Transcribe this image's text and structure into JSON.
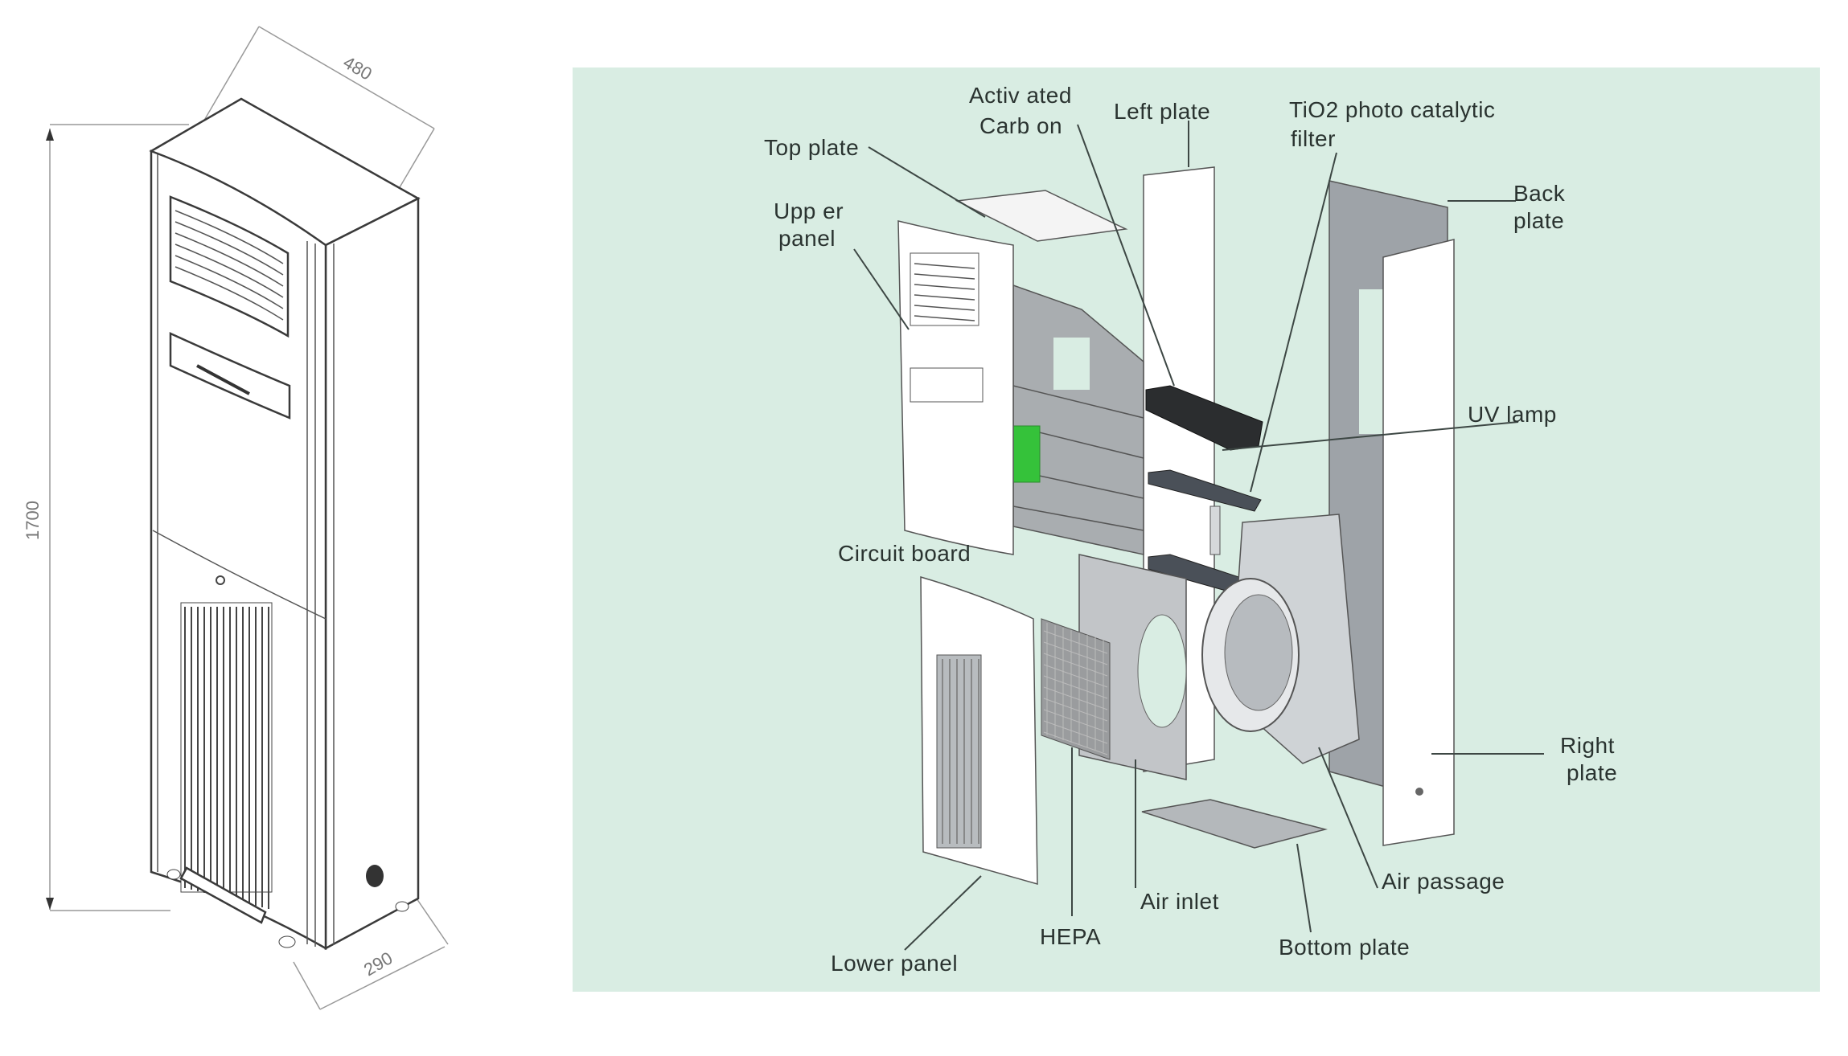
{
  "figure": {
    "left_view": {
      "title": "Assembled unit with dimensions",
      "dimensions": {
        "width": "480",
        "height": "1700",
        "depth": "290"
      }
    },
    "right_view": {
      "title": "Exploded view",
      "background_color": "#d9ede3",
      "labels": {
        "top_plate": "Top plate",
        "activated_carbon_line1": "Activ ated",
        "activated_carbon_line2": "Carb on",
        "left_plate": "Left plate",
        "tio2_line1": "TiO2 photo catalytic",
        "tio2_line2": "filter",
        "upper_panel_line1": "Upp er",
        "upper_panel_line2": "panel",
        "back_plate_line1": "Back",
        "back_plate_line2": "plate",
        "uv_lamp": "UV lamp",
        "circuit_board": "Circuit board",
        "right_plate_line1": "Right",
        "right_plate_line2": "plate",
        "air_passage": "Air passage",
        "air_inlet": "Air inlet",
        "hepa": "HEPA",
        "bottom_plate": "Bottom plate",
        "lower_panel": "Lower panel"
      }
    },
    "colors": {
      "panel_bg": "#d9ede3",
      "label_text": "#2a3330",
      "duct_gray": "#a9adb0",
      "carbon_black": "#2b2d2f",
      "filter_dark": "#4a5058",
      "circuit_green": "#35c23a",
      "back_plate_gray": "#9ea3a8"
    }
  }
}
